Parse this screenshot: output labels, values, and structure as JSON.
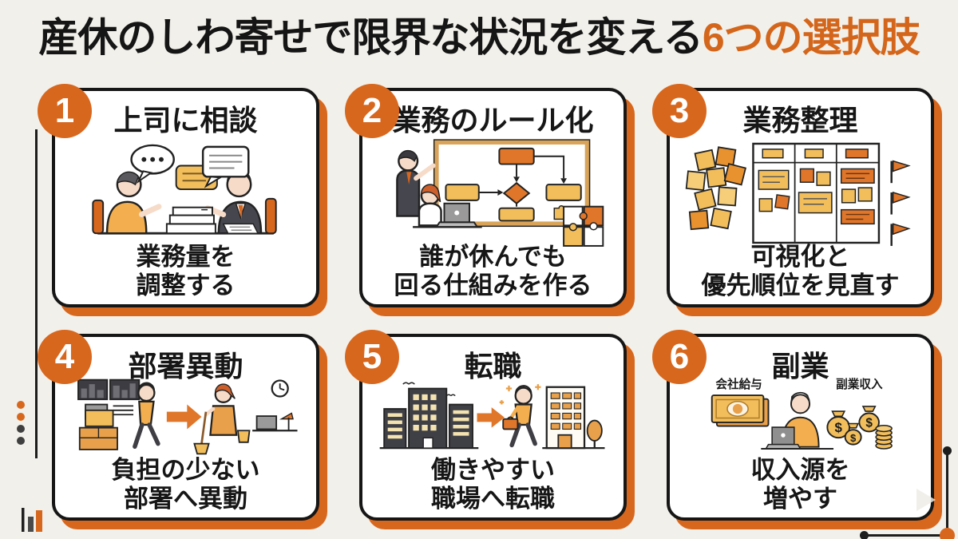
{
  "title": {
    "black": "産休のしわ寄せで限界な状況を変える",
    "orange": "6つの選択肢"
  },
  "colors": {
    "accent_orange": "#D8671E",
    "mid_orange": "#E0762A",
    "yellow": "#F2BE5C",
    "background": "#F2F0EA",
    "ink": "#161616"
  },
  "cards": [
    {
      "number": "1",
      "title": "上司に相談",
      "caption": [
        "業務量を",
        "調整する"
      ],
      "illustration": "employee-consulting-boss-at-desk"
    },
    {
      "number": "2",
      "title": "業務のルール化",
      "caption": [
        "誰が休んでも",
        "回る仕組みを作る"
      ],
      "illustration": "flowchart-whiteboard-and-puzzle"
    },
    {
      "number": "3",
      "title": "業務整理",
      "caption": [
        "可視化と",
        "優先順位を見直す"
      ],
      "illustration": "sticky-notes-kanban-board-flags"
    },
    {
      "number": "4",
      "title": "部署異動",
      "caption": [
        "負担の少ない",
        "部署へ異動"
      ],
      "illustration": "moving-between-departments"
    },
    {
      "number": "5",
      "title": "転職",
      "caption": [
        "働きやすい",
        "職場へ転職"
      ],
      "illustration": "walking-from-dark-office-to-bright-office"
    },
    {
      "number": "6",
      "title": "副業",
      "caption": [
        "収入源を",
        "増やす"
      ],
      "labels": {
        "left": "会社給与",
        "right": "副業収入"
      },
      "dollar": "$",
      "illustration": "salary-and-side-income"
    }
  ]
}
